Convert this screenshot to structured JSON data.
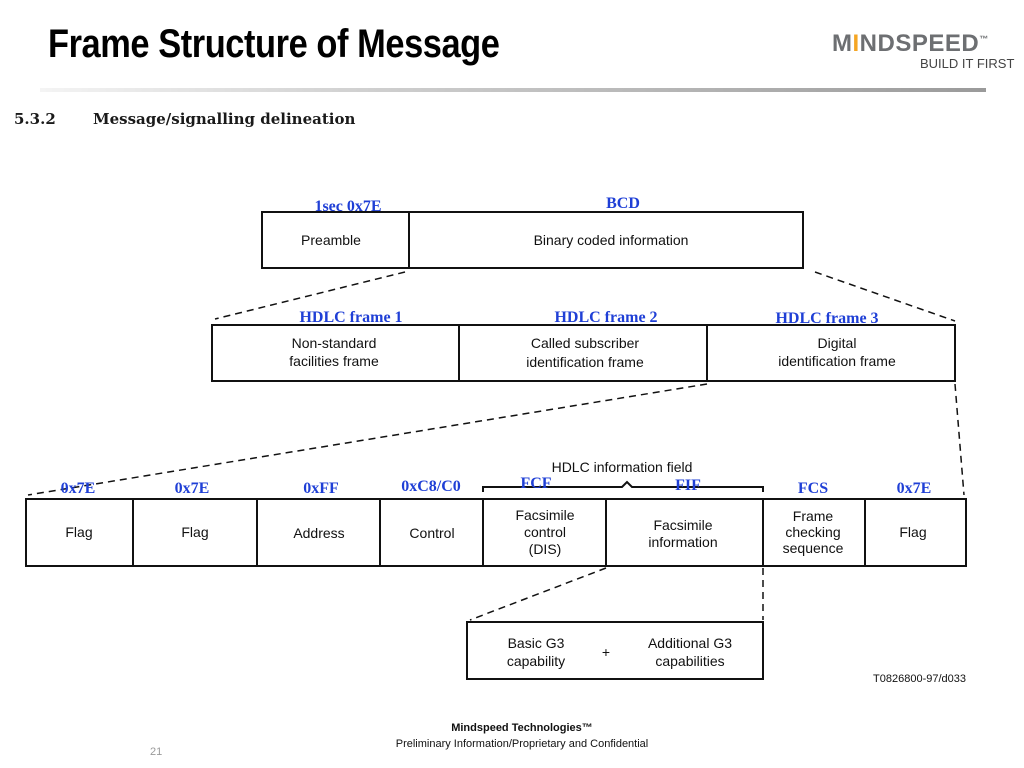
{
  "slide": {
    "title": "Frame Structure of Message",
    "page_number": "21"
  },
  "logo": {
    "brand": "MINDSPEED",
    "tm": "™",
    "tagline": "BUILD IT FIRST"
  },
  "section": {
    "number": "5.3.2",
    "title": "Message/signalling delineation"
  },
  "diagram": {
    "row1": {
      "labels": [
        "1sec 0x7E",
        "BCD"
      ],
      "cells": [
        [
          "Preamble"
        ],
        [
          "Binary coded information"
        ]
      ]
    },
    "row2": {
      "labels": [
        "HDLC frame 1",
        "HDLC frame 2",
        "HDLC frame 3"
      ],
      "cells": [
        [
          "Non-standard",
          "facilities frame"
        ],
        [
          "Called subscriber",
          "identification frame"
        ],
        [
          "Digital",
          "identification frame"
        ]
      ]
    },
    "row3": {
      "header": "HDLC information field",
      "labels": [
        "0x7E",
        "0x7E",
        "0xFF",
        "0xC8/C0",
        "FCF",
        "FIF",
        "FCS",
        "0x7E"
      ],
      "cells": [
        [
          "Flag"
        ],
        [
          "Flag"
        ],
        [
          "Address"
        ],
        [
          "Control"
        ],
        [
          "Facsimile",
          "control",
          "(DIS)"
        ],
        [
          "Facsimile",
          "information"
        ],
        [
          "Frame",
          "checking",
          "sequence"
        ],
        [
          "Flag"
        ]
      ]
    },
    "row4": {
      "cells": [
        [
          "Basic G3",
          "capability"
        ],
        [
          "Additional G3",
          "capabilities"
        ]
      ],
      "operator": "+"
    },
    "reference": "T0826800-97/d033"
  },
  "footer": {
    "company": "Mindspeed Technologies™",
    "notice": "Preliminary Information/Proprietary and Confidential"
  },
  "colors": {
    "label_blue": "#1f3fd6",
    "logo_gray": "#6d6f72",
    "logo_accent": "#f5a623"
  }
}
